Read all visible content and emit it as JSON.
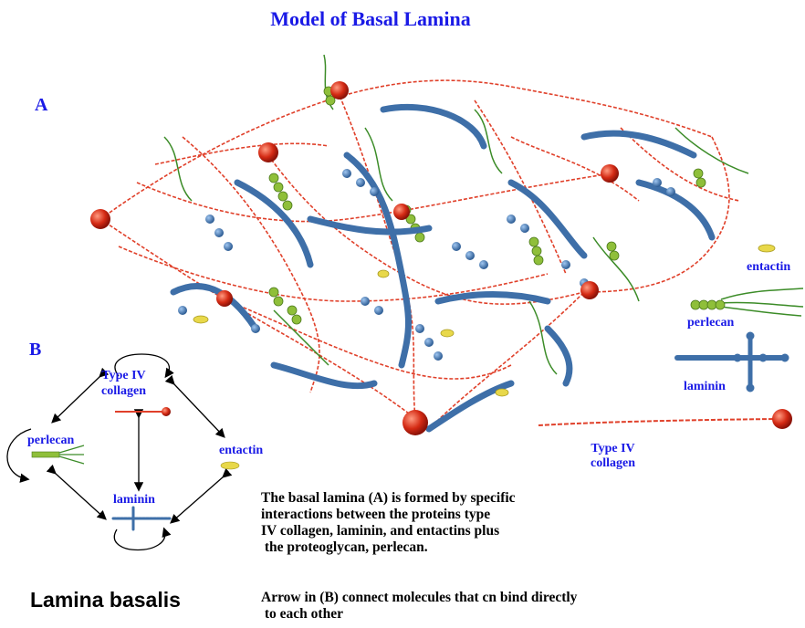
{
  "title": "Model of Basal Lamina",
  "panels": {
    "a": "A",
    "b": "B"
  },
  "legend": {
    "entactin": "entactin",
    "perlecan": "perlecan",
    "laminin": "laminin",
    "collagen_line1": "Type IV",
    "collagen_line2": "collagen"
  },
  "panel_b": {
    "collagen_line1": "Type IV",
    "collagen_line2": "collagen",
    "perlecan": "perlecan",
    "entactin": "entactin",
    "laminin": "laminin"
  },
  "description": "The basal lamina (A) is formed by specific\ninteractions between the proteins type\nIV collagen, laminin, and entactins plus\n the proteoglycan, perlecan.",
  "note": "Arrow in (B) connect molecules that cn bind directly\n to each other",
  "caption": "Lamina basalis",
  "colors": {
    "label_blue": "#1a1ae6",
    "collagen_red": "#e0402a",
    "laminin_blue": "#3e6fa8",
    "perlecan_green": "#8fbf3a",
    "entactin_yellow": "#e8d84a"
  }
}
